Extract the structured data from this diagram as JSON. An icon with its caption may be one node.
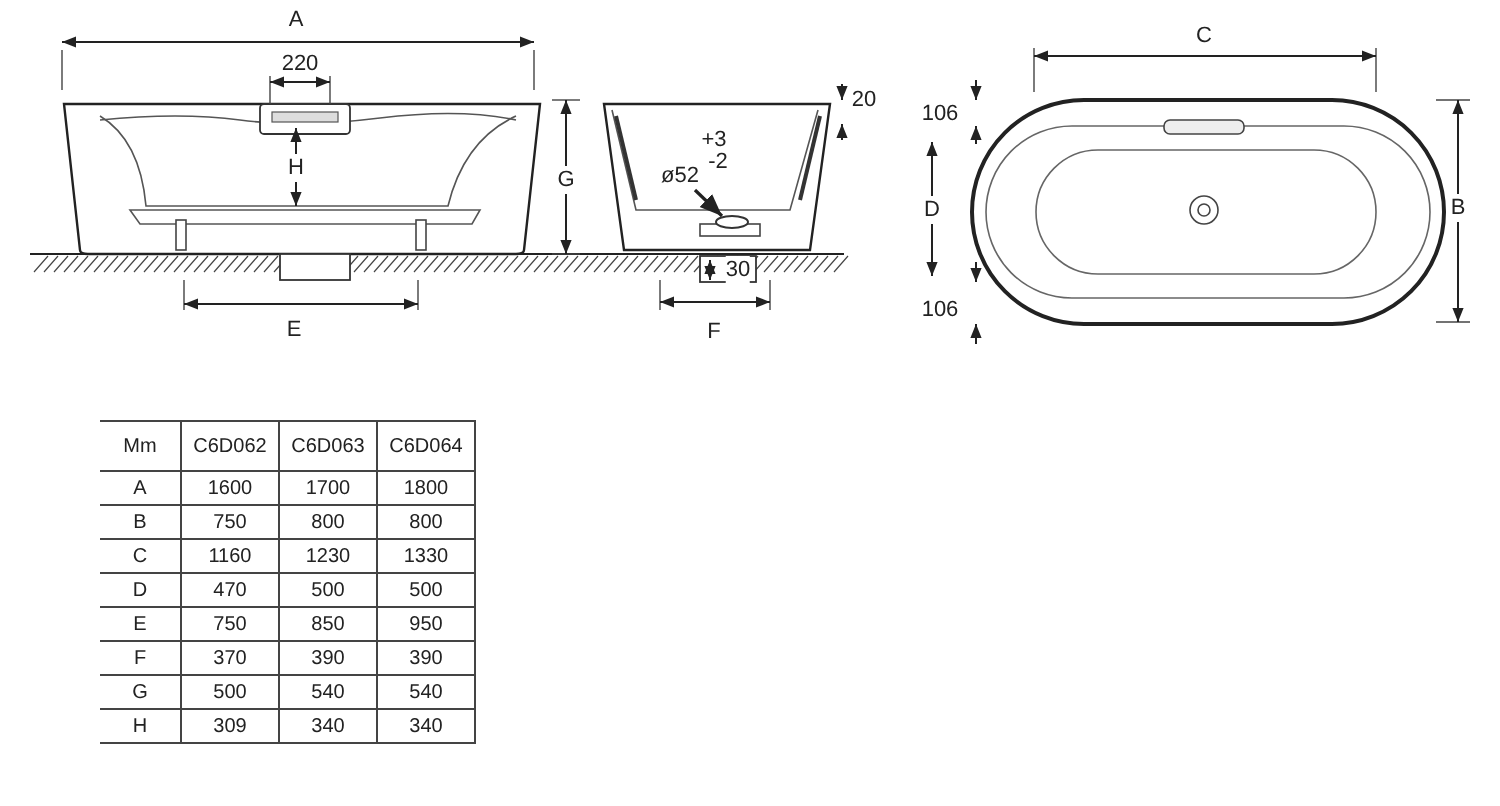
{
  "diagram": {
    "nodes": [
      {
        "text": [
          "ø52"
        ]
      },
      {
        "text": [],
        "shape": "circle"
      }
    ],
    "edges": [
      {
        "from": 0,
        "to": 1,
        "arrow": "to"
      }
    ],
    "labels": [
      "A",
      "C",
      "220",
      "20",
      "106",
      "+3",
      "H",
      "G",
      "-2",
      "D",
      "B",
      "30",
      "106",
      "E",
      "F",
      "Mm",
      "C6D062",
      "C6D063",
      "C6D064",
      "A",
      "1600",
      "1700",
      "1800",
      "B",
      "750",
      "800",
      "800",
      "C",
      "1160",
      "1230",
      "1330",
      "D",
      "470",
      "500",
      "500",
      "E",
      "750",
      "850",
      "950",
      "F",
      "370",
      "390",
      "390",
      "G",
      "500",
      "540",
      "540",
      "H",
      "309",
      "340",
      "340"
    ]
  }
}
